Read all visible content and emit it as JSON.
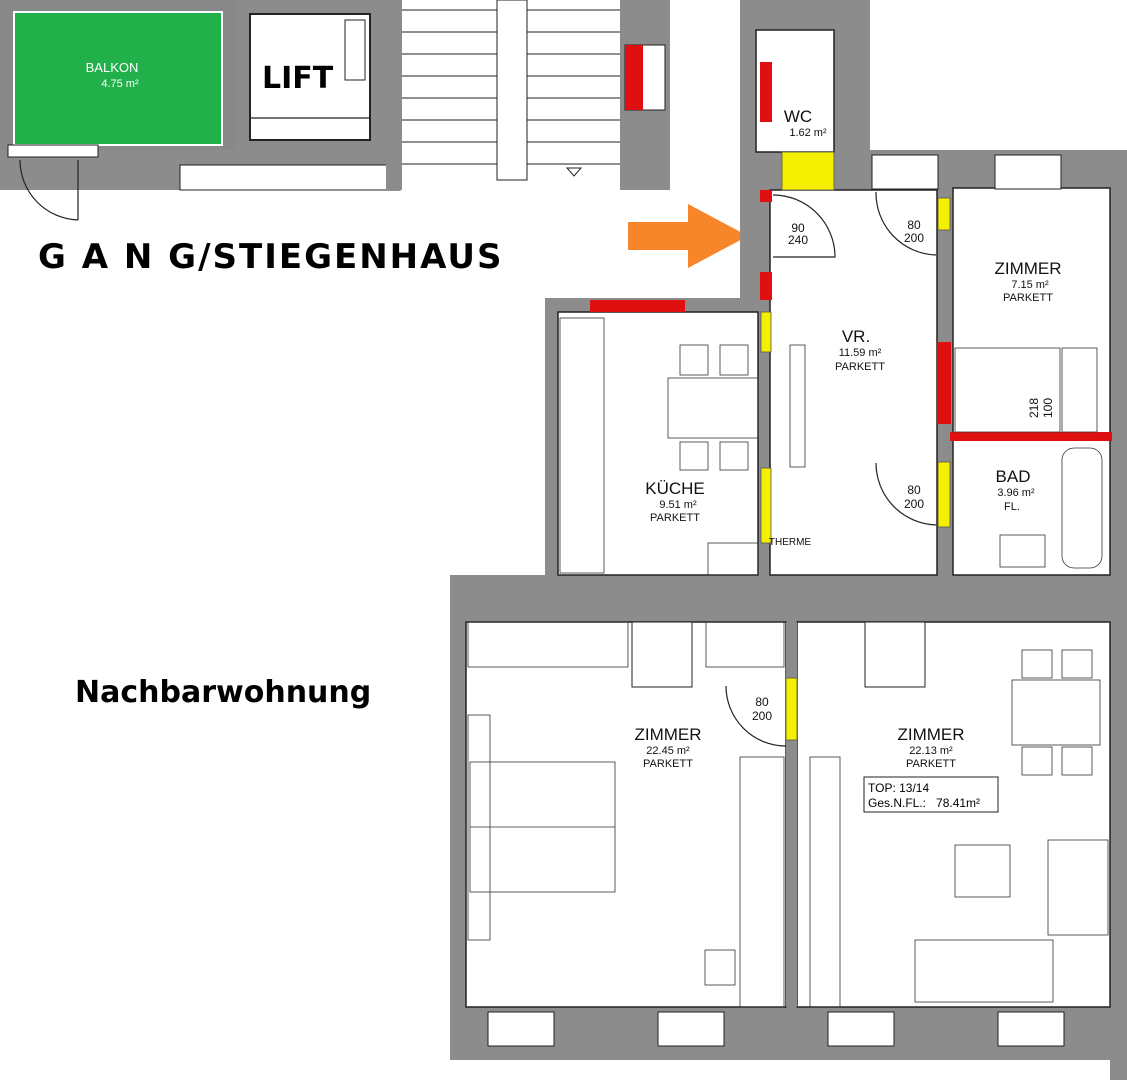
{
  "labels": {
    "corridor": "G A N G/STIEGENHAUS",
    "neighbor": "Nachbarwohnung",
    "lift": "LIFT"
  },
  "rooms": {
    "balkon": {
      "name": "BALKON",
      "area": "4.75 m²"
    },
    "wc": {
      "name": "WC",
      "area": "1.62 m²"
    },
    "vr": {
      "name": "VR.",
      "area": "11.59 m²",
      "floor": "PARKETT"
    },
    "zimmer_small": {
      "name": "ZIMMER",
      "area": "7.15 m²",
      "floor": "PARKETT"
    },
    "kueche": {
      "name": "KÜCHE",
      "area": "9.51 m²",
      "floor": "PARKETT"
    },
    "bad": {
      "name": "BAD",
      "area": "3.96 m²",
      "floor": "FL."
    },
    "zimmer_left": {
      "name": "ZIMMER",
      "area": "22.45 m²",
      "floor": "PARKETT"
    },
    "zimmer_right": {
      "name": "ZIMMER",
      "area": "22.13 m²",
      "floor": "PARKETT"
    }
  },
  "doors": {
    "entrance": {
      "w": "90",
      "h": "240"
    },
    "zimmer_small": {
      "w": "80",
      "h": "200"
    },
    "bad": {
      "w": "80",
      "h": "200"
    },
    "zimmer_between": {
      "w": "80",
      "h": "200"
    }
  },
  "therme": "THERME",
  "bed_dims": {
    "l": "218",
    "w": "100"
  },
  "info_box": {
    "top": "TOP: 13/14",
    "area": "Ges.N.FL.:   78.41m²"
  },
  "colors": {
    "balkon": "#22b04a",
    "arrow": "#f7862a",
    "demolish": "#e01010",
    "new_wall": "#f5f000",
    "wall": "#8c8c8c"
  }
}
